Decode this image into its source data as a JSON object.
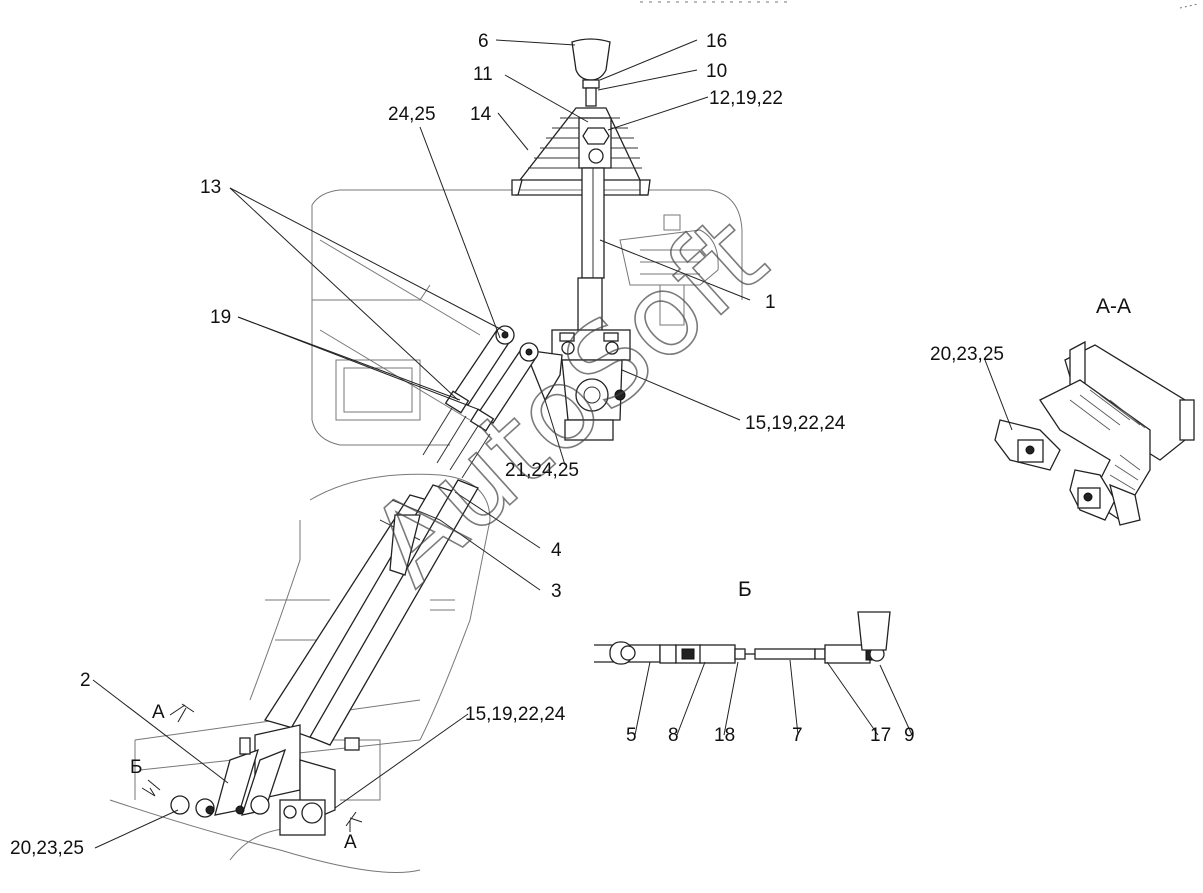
{
  "watermark": "AutoSoft",
  "sections": {
    "aa_title": "А-А",
    "b_title": "Б"
  },
  "callouts": {
    "c6": "6",
    "c16": "16",
    "c10": "10",
    "c11": "11",
    "c12_19_22": "12,19,22",
    "c24_25": "24,25",
    "c14": "14",
    "c13": "13",
    "c1": "1",
    "c19": "19",
    "c15_19_22_24_top": "15,19,22,24",
    "c21_24_25": "21,24,25",
    "c4": "4",
    "c3": "3",
    "c2": "2",
    "marker_a_top": "А",
    "marker_b": "Б",
    "marker_a_bottom": "А",
    "c15_19_22_24_bottom": "15,19,22,24",
    "c20_23_25_left": "20,23,25",
    "c20_23_25_aa": "20,23,25",
    "c5": "5",
    "c8": "8",
    "c18": "18",
    "c7": "7",
    "c17": "17",
    "c9": "9"
  },
  "colors": {
    "line": "#222222",
    "background": "#ffffff"
  }
}
